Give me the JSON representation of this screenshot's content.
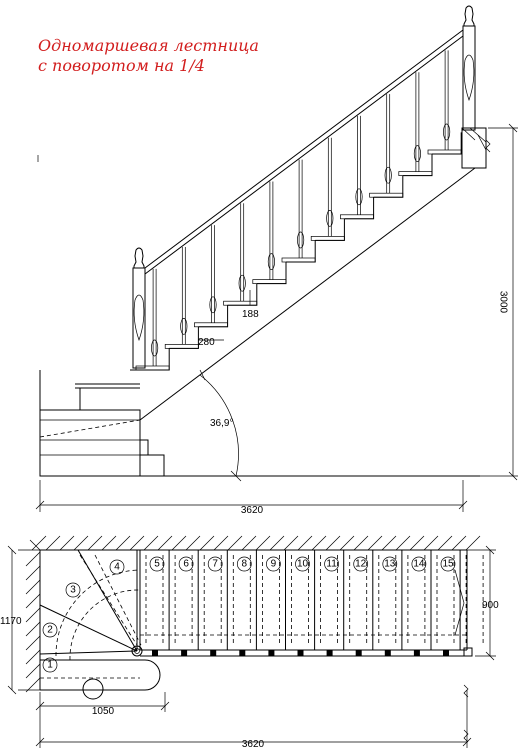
{
  "title": {
    "line1": "Одномаршевая лестница",
    "line2": "с поворотом на 1/4"
  },
  "elevation": {
    "tread_depth": "280",
    "riser_height": "188",
    "angle": "36,9°",
    "total_height": "3000",
    "total_length": "3620"
  },
  "plan": {
    "total_length": "3620",
    "width_total": "1170",
    "flight_width": "900",
    "winder_length": "1050",
    "steps": [
      "1",
      "2",
      "3",
      "4",
      "5",
      "6",
      "7",
      "8",
      "9",
      "10",
      "11",
      "12",
      "13",
      "14",
      "15"
    ]
  }
}
